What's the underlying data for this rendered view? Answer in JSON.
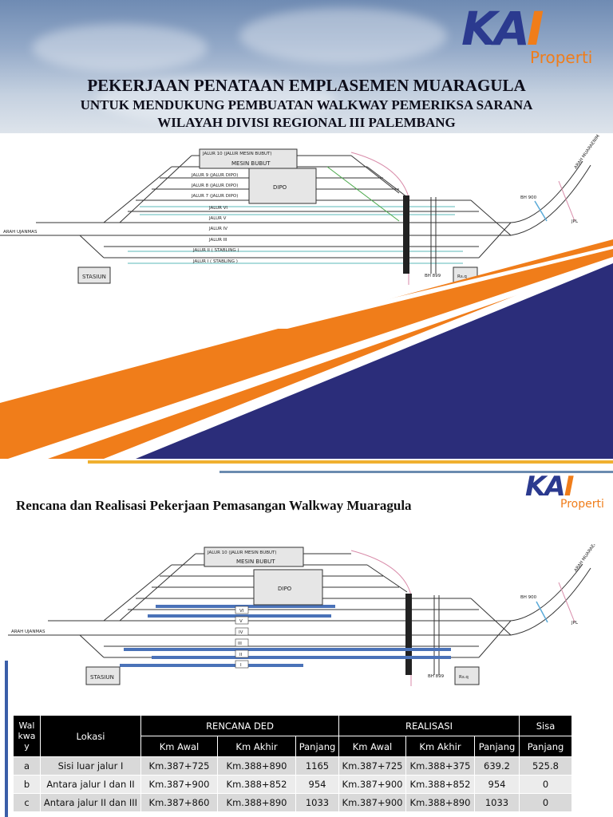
{
  "slide1": {
    "logo": {
      "letters": [
        "K",
        "A",
        "I"
      ],
      "sub": "Properti"
    },
    "title_line1": "PEKERJAAN PENATAAN EMPLASEMEN MUARAGULA",
    "title_line2": "UNTUK MENDUKUNG PEMBUATAN WALKWAY PEMERIKSA SARANA",
    "title_line3": "WILAYAH DIVISI REGIONAL III PALEMBANG",
    "diagram": {
      "building_mesin": "MESIN BUBUT",
      "building_dipo": "DIPO",
      "building_stasiun": "STASIUN",
      "building_rsq": "Rs.q",
      "arah_ujanmas": "ARAH UJANMAS",
      "arah_muaraenim": "ARAH MUARAENIM",
      "bh900": "BH 900",
      "bh899": "BH 899",
      "jpl": "JPL",
      "tracks": [
        "JALUR 10 (JALUR MESIN BUBUT)",
        "JALUR 9 (JALUR DIPO)",
        "JALUR 8 (JALUR DIPO)",
        "JALUR 7 (JALUR DIPO)",
        "JALUR VI",
        "JALUR V",
        "JALUR IV",
        "JALUR III",
        "JALUR II ( STABLING )",
        "JALUR I ( STABLING )"
      ]
    }
  },
  "slide2": {
    "logo": {
      "letters": [
        "K",
        "A",
        "I"
      ],
      "sub": "Properti"
    },
    "title": "Rencana dan Realisasi Pekerjaan Pemasangan Walkway Muaragula",
    "diagram": {
      "building_mesin": "MESIN BUBUT",
      "track10": "JALUR 10 (JALUR MESIN BUBUT)",
      "building_dipo": "DIPO",
      "building_stasiun": "STASIUN",
      "building_rsq": "Rs.q",
      "arah_ujanmas": "ARAH UJANMAS",
      "arah_muaraenim": "ARAH MUARAENIM",
      "bh900": "BH 900",
      "bh899": "BH 899",
      "jpl": "JPL",
      "track_labels": [
        "VI",
        "V",
        "IV",
        "III",
        "II",
        "I"
      ]
    },
    "table": {
      "h_walkway": "Walkway",
      "h_lokasi": "Lokasi",
      "h_rencana": "RENCANA DED",
      "h_realisasi": "REALISASI",
      "h_sisa": "Sisa",
      "h_km_awal": "Km Awal",
      "h_km_akhir": "Km Akhir",
      "h_panjang": "Panjang",
      "rows": [
        {
          "id": "a",
          "lokasi": "Sisi luar jalur I",
          "r_awal": "Km.387+725",
          "r_akhir": "Km.388+890",
          "r_panjang": "1165",
          "z_awal": "Km.387+725",
          "z_akhir": "Km.388+375",
          "z_panjang": "639.2",
          "sisa": "525.8"
        },
        {
          "id": "b",
          "lokasi": "Antara jalur I dan II",
          "r_awal": "Km.387+900",
          "r_akhir": "Km.388+852",
          "r_panjang": "954",
          "z_awal": "Km.387+900",
          "z_akhir": "Km.388+852",
          "z_panjang": "954",
          "sisa": "0"
        },
        {
          "id": "c",
          "lokasi": "Antara jalur II dan III",
          "r_awal": "Km.387+860",
          "r_akhir": "Km.388+890",
          "r_panjang": "1033",
          "z_awal": "Km.387+900",
          "z_akhir": "Km.388+890",
          "z_panjang": "1033",
          "sisa": "0"
        }
      ]
    }
  }
}
